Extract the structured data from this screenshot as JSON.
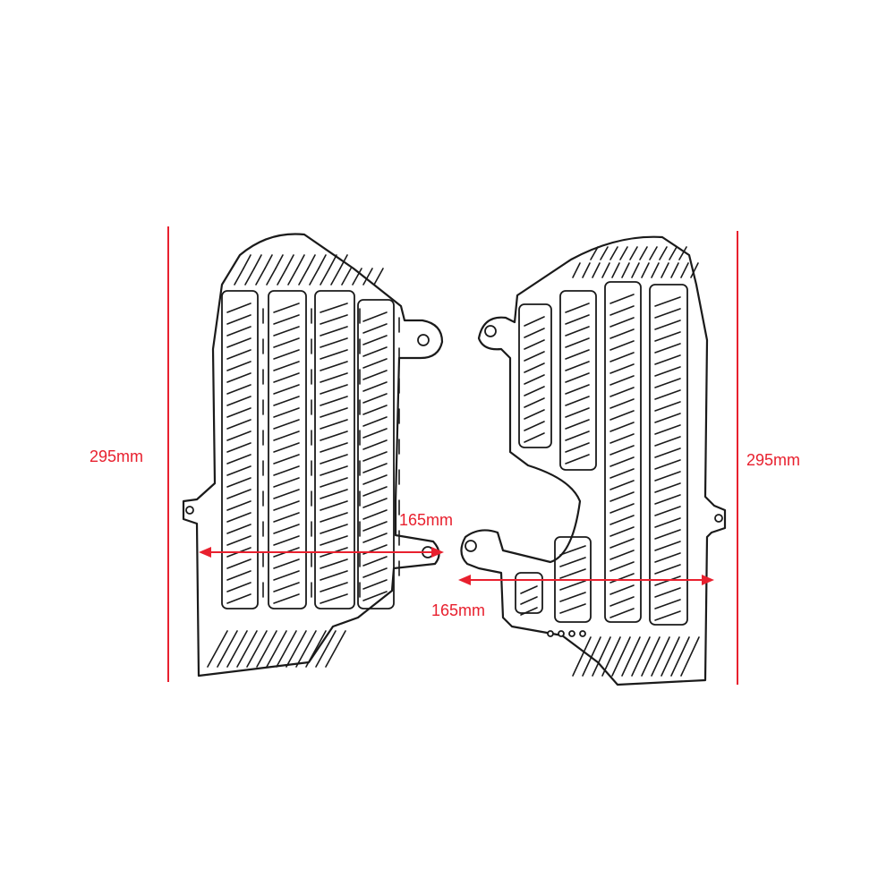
{
  "dimensions": {
    "left_height": "295mm",
    "right_height": "295mm",
    "left_width": "165mm",
    "right_width": "165mm"
  },
  "colors": {
    "dimension": "#e8202e",
    "outline": "#1a1a1a",
    "background": "#ffffff"
  },
  "parts": [
    "left-radiator-guard",
    "right-radiator-guard"
  ]
}
